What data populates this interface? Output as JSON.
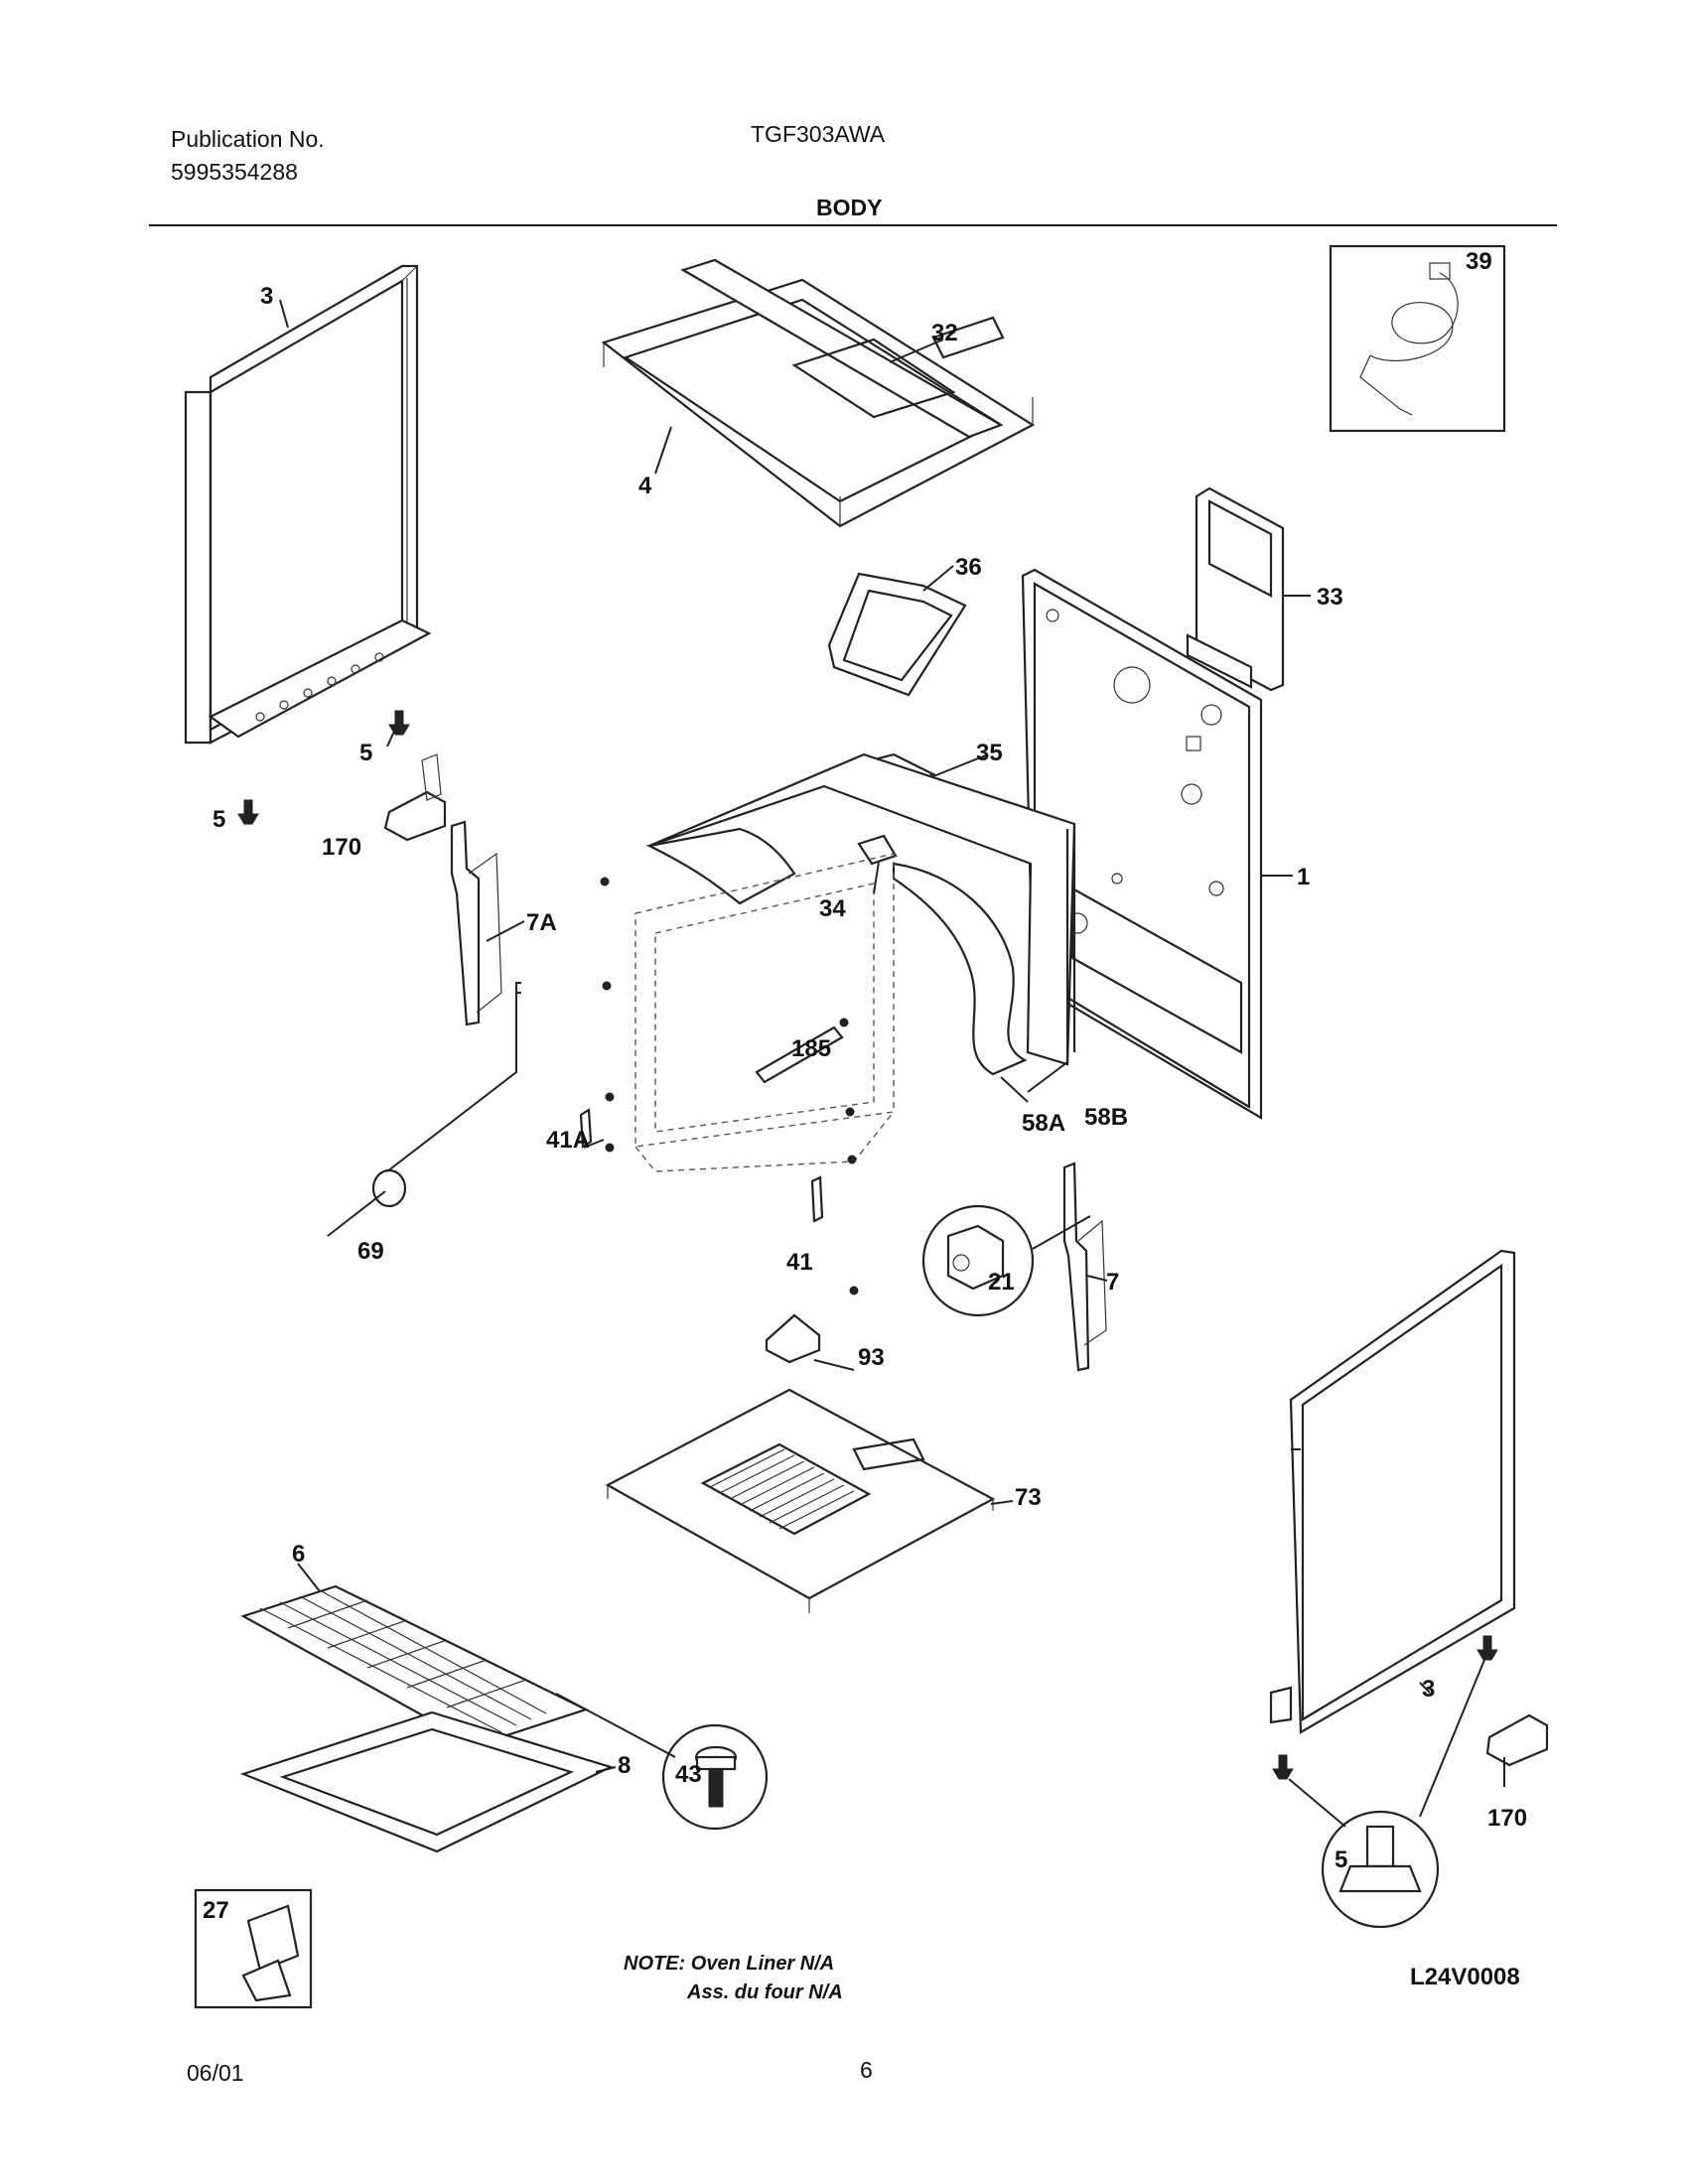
{
  "header": {
    "publication_label": "Publication No.",
    "publication_number": "5995354288",
    "model": "TGF303AWA",
    "section_title": "BODY"
  },
  "diagram": {
    "callouts": {
      "c1": "1",
      "c3_left": "3",
      "c3_right": "3",
      "c4": "4",
      "c5_a": "5",
      "c5_b": "5",
      "c5_inset": "5",
      "c6": "6",
      "c7": "7",
      "c7A": "7A",
      "c8": "8",
      "c21": "21",
      "c27": "27",
      "c32": "32",
      "c33": "33",
      "c34": "34",
      "c35": "35",
      "c36": "36",
      "c39": "39",
      "c41": "41",
      "c41A": "41A",
      "c43": "43",
      "c58A": "58A",
      "c58B": "58B",
      "c69": "69",
      "c73": "73",
      "c93": "93",
      "c170_left": "170",
      "c170_right": "170",
      "c185": "185"
    }
  },
  "notes": {
    "note_en": "NOTE: Oven Liner N/A",
    "note_fr": "Ass. du four N/A",
    "drawing_code": "L24V0008"
  },
  "footer": {
    "date": "06/01",
    "page_number": "6"
  }
}
